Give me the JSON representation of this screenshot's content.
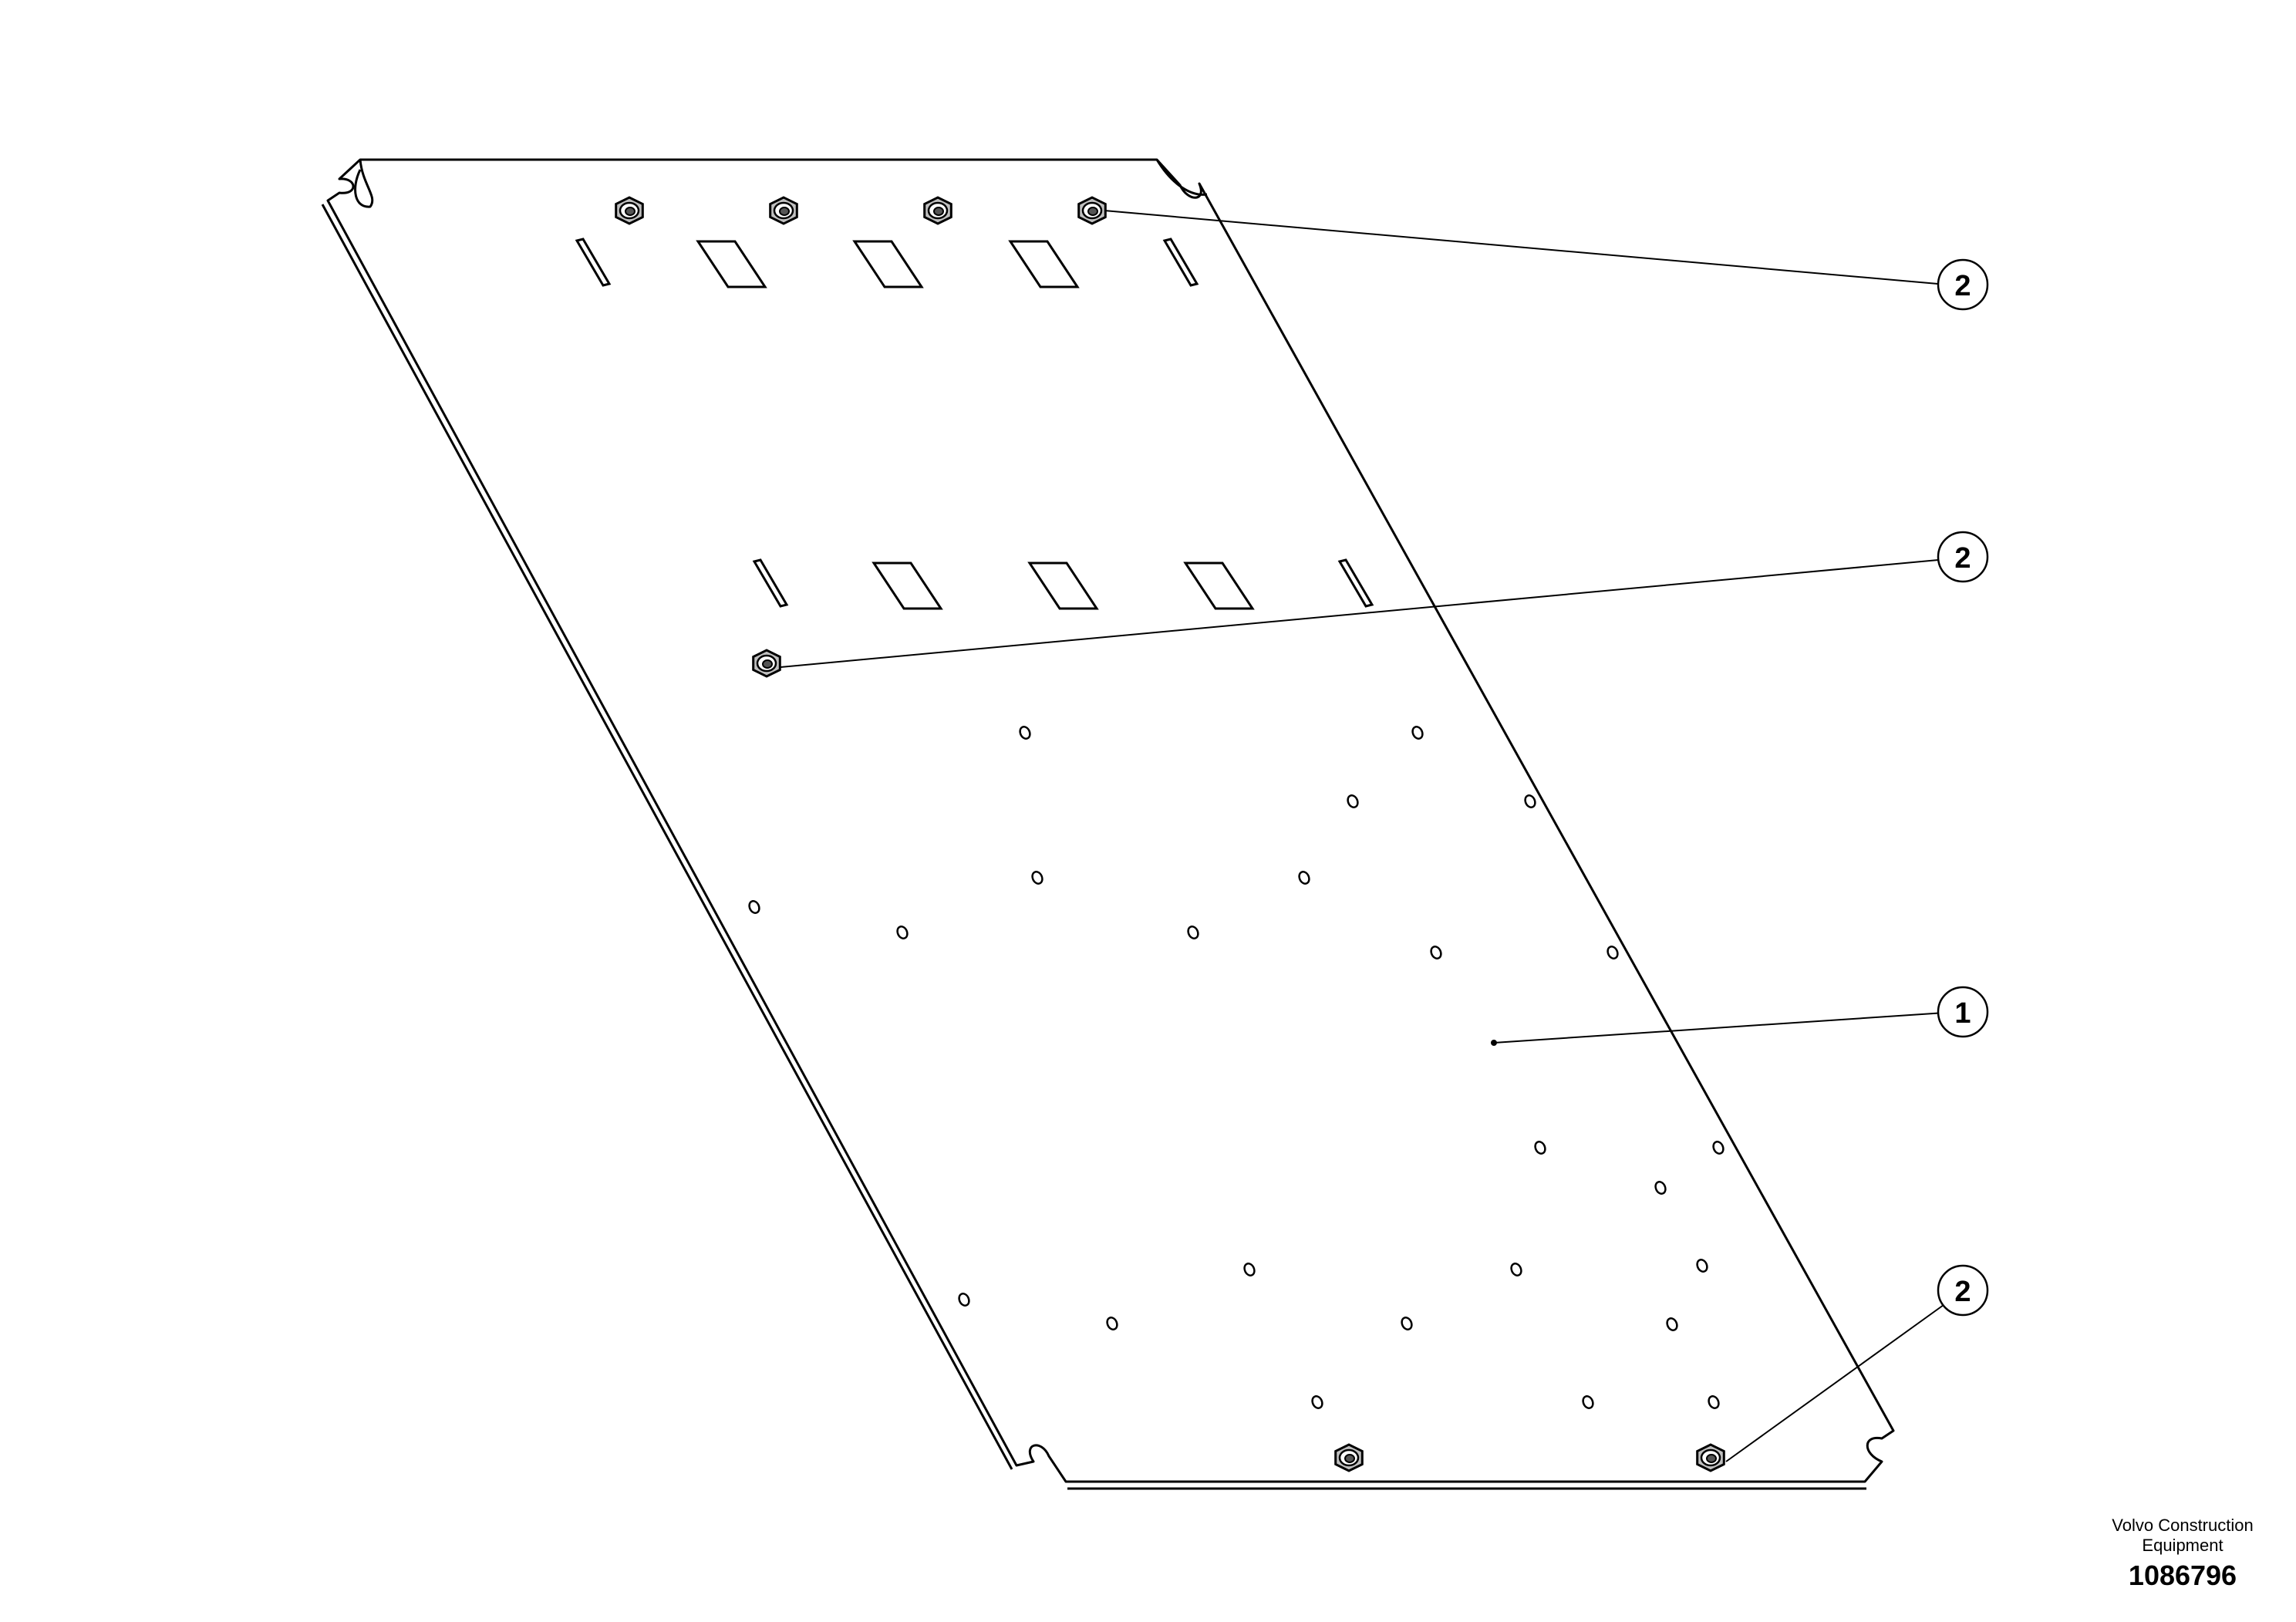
{
  "callouts": [
    {
      "label": "2"
    },
    {
      "label": "2"
    },
    {
      "label": "1"
    },
    {
      "label": "2"
    }
  ],
  "footer": {
    "company_line1": "Volvo Construction",
    "company_line2": "Equipment",
    "part_number": "1086796"
  },
  "colors": {
    "line": "#000000",
    "background": "#ffffff",
    "nut_fill": "#bfbfbf"
  }
}
